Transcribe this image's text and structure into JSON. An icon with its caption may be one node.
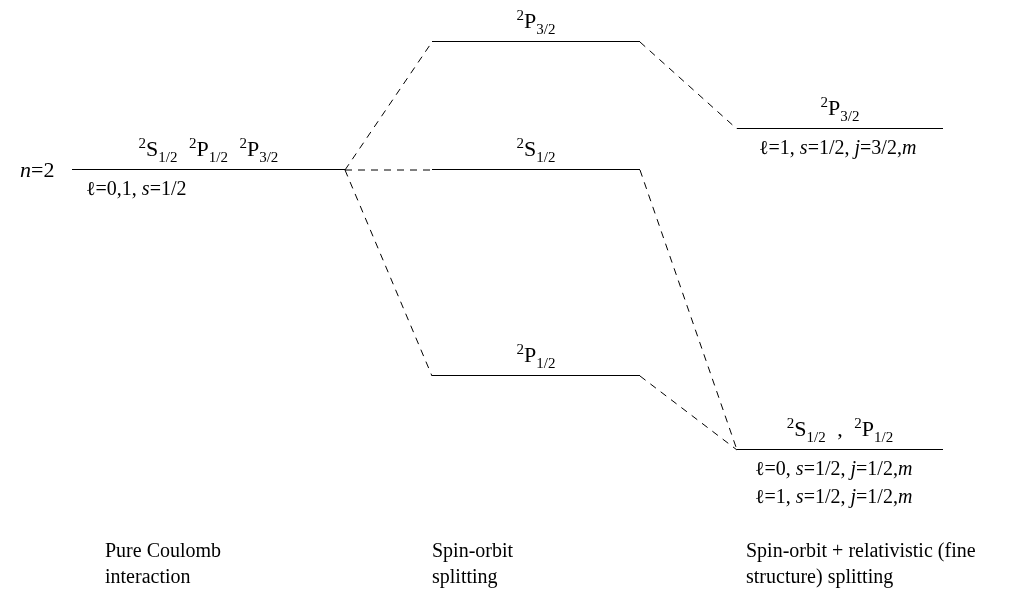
{
  "diagram": {
    "nodes": [
      {
        "text": [
          "$^{2}$S$_{1/2}$ $^{2}$P$_{1/2}$ $^{2}$P$_{3/2}$",
          "ℓ=0,1, *s*=1/2"
        ],
        "beside": [
          "*n*=2"
        ]
      },
      {
        "text": [
          "$^{2}$P$_{3/2}$"
        ]
      },
      {
        "text": [
          "$^{2}$S$_{1/2}$"
        ]
      },
      {
        "text": [
          "$^{2}$P$_{1/2}$"
        ]
      },
      {
        "text": [
          "$^{2}$P$_{3/2}$",
          "ℓ=1, *s*=1/2, *j*=3/2,*m*"
        ]
      },
      {
        "text": [
          "$^{2}$S$_{1/2}$ , $^{2}$P$_{1/2}$",
          "ℓ=0, *s*=1/2, *j*=1/2,*m*",
          "ℓ=1, *s*=1/2, *j*=1/2,*m*"
        ]
      }
    ],
    "edges": [
      {
        "from": 0,
        "to": 1,
        "arrow": "none",
        "style": "dashed"
      },
      {
        "from": 0,
        "to": 2,
        "arrow": "none",
        "style": "dashed"
      },
      {
        "from": 0,
        "to": 3,
        "arrow": "none",
        "style": "dashed"
      },
      {
        "from": 1,
        "to": 4,
        "arrow": "none",
        "style": "dashed"
      },
      {
        "from": 2,
        "to": 5,
        "arrow": "none",
        "style": "dashed"
      },
      {
        "from": 3,
        "to": 5,
        "arrow": "none",
        "style": "dashed"
      }
    ],
    "labels": [
      "Pure Coulomb interaction",
      "Spin-orbit splitting",
      "Spin-orbit + relativistic (fine structure) splitting"
    ]
  }
}
